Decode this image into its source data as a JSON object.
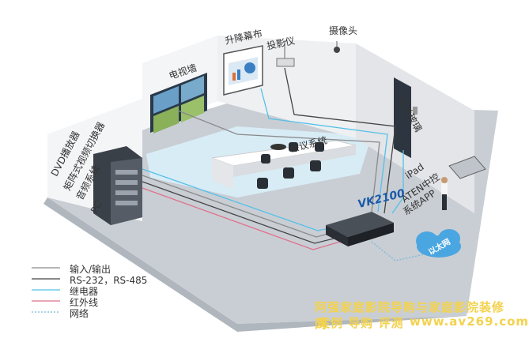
{
  "labels": {
    "tv_wall": "电视墙",
    "screen": "升降幕布",
    "projector": "投影仪",
    "camera": "摄像头",
    "switch_glass": "开关玻璃",
    "conference_system": "会议系统",
    "dvd_player": "DVD播放器",
    "matrix_switcher": "矩阵式视频切换器",
    "audio_system": "音频系统",
    "pc": "PC",
    "ipad": "iPad",
    "aten_control": "ATEN中控",
    "system_app": "系统APP",
    "vk2100": "VK2100",
    "internet": "以太网"
  },
  "legend": [
    {
      "text": "输入/输出",
      "color": "#8a8a8a",
      "style": "solid"
    },
    {
      "text": "RS-232，RS-485",
      "color": "#444444",
      "style": "solid"
    },
    {
      "text": "继电器",
      "color": "#55c0e8",
      "style": "solid"
    },
    {
      "text": "红外线",
      "color": "#e0708a",
      "style": "solid"
    },
    {
      "text": "网络",
      "color": "#7ab8d8",
      "style": "dotted"
    }
  ],
  "watermark": {
    "line1": "阿强家庭影院导购与家庭影院装修网",
    "line2": "案例  导购  评测",
    "url": "www.av269.com"
  },
  "colors": {
    "wall": "#f2f3f5",
    "wall_shade": "#e3e5e8",
    "floor": "#c9ced4",
    "floor_blue": "#d8ecf6",
    "line_gray": "#8a8a8a",
    "line_dark": "#444444",
    "line_cyan": "#55c0e8",
    "line_pink": "#e0708a",
    "cloud": "#4aa6e0"
  }
}
